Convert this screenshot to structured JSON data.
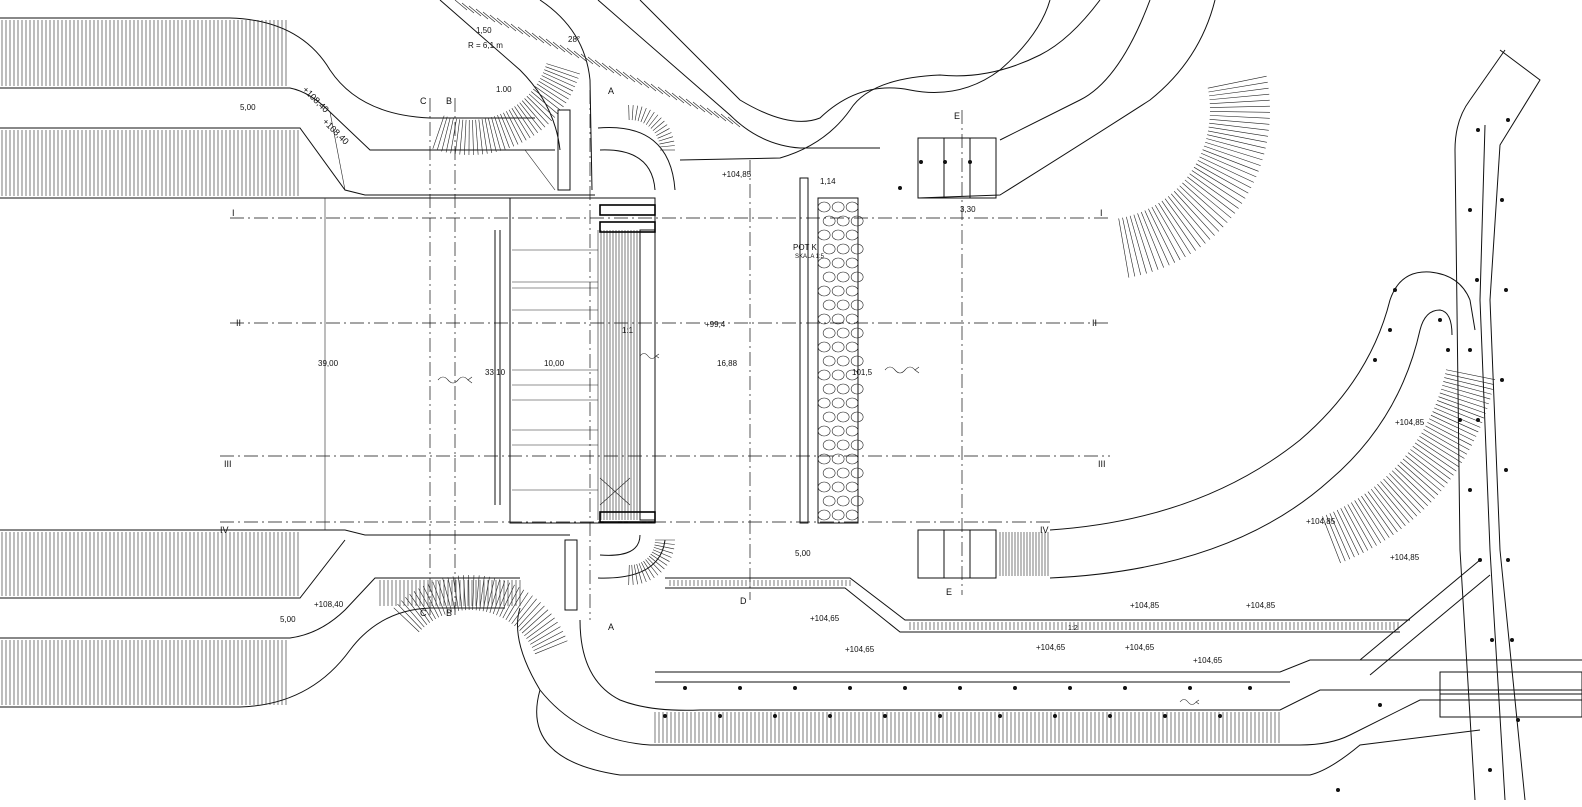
{
  "drawing": {
    "labels": {
      "r_radius": "R = 6,1 m",
      "angle": "28°",
      "dim_1_50": "1,50",
      "dim_1_00": "1.00",
      "dim_5_00_top": "5,00",
      "dim_5_00_mid": "5,00",
      "dim_5_00_bottom": "5,00",
      "elev_108_40_a": "+108,40",
      "elev_108_40_b": "+108,40",
      "elev_108_40_c": "+108,40",
      "elev_104_85_top": "+104,85",
      "dim_1_14": "1,14",
      "dim_3_30": "3,30",
      "pot_label": "POT K.",
      "scale_label": "SKALA 1:5",
      "elev_99_4": "+99,4",
      "dim_39_00": "39,00",
      "dim_33_10": "33,10",
      "dim_10_00": "10,00",
      "dim_16_88": "16,88",
      "elev_101_5": "101,5",
      "elev_104_85_r1": "+104,85",
      "elev_104_85_r2": "+104,85",
      "elev_104_85_r3": "+104,85",
      "elev_104_85_b1": "+104,85",
      "elev_104_85_b2": "+104,85",
      "elev_104_65_a": "+104,65",
      "elev_104_65_b": "+104,65",
      "elev_104_65_c": "+104,65",
      "elev_104_65_d": "+104,65",
      "elev_104_65_e": "+104,65",
      "slope_1_2": "1:2",
      "slope_1_1": "1:1",
      "sec_A": "A",
      "sec_B": "B",
      "sec_C": "C",
      "sec_D": "D",
      "sec_E": "E",
      "sec_I": "I",
      "sec_II": "II",
      "sec_III": "III",
      "sec_IV": "IV"
    }
  }
}
